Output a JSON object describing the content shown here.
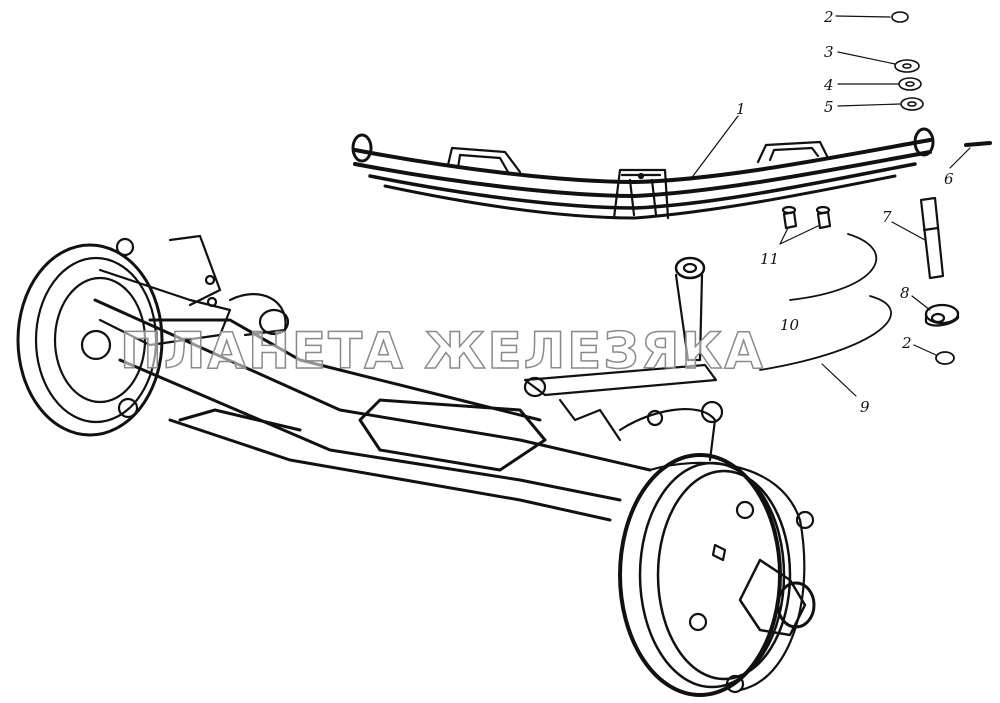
{
  "watermark": "ПЛАНЕТА ЖЕЛЕЗЯКА",
  "colors": {
    "ink": "#111111",
    "paper": "#ffffff"
  },
  "callouts": {
    "c1": "1",
    "c2a": "2",
    "c2b": "2",
    "c3": "3",
    "c4": "4",
    "c5": "5",
    "c6": "6",
    "c7": "7",
    "c8": "8",
    "c9": "9",
    "c10": "10",
    "c11": "11"
  }
}
